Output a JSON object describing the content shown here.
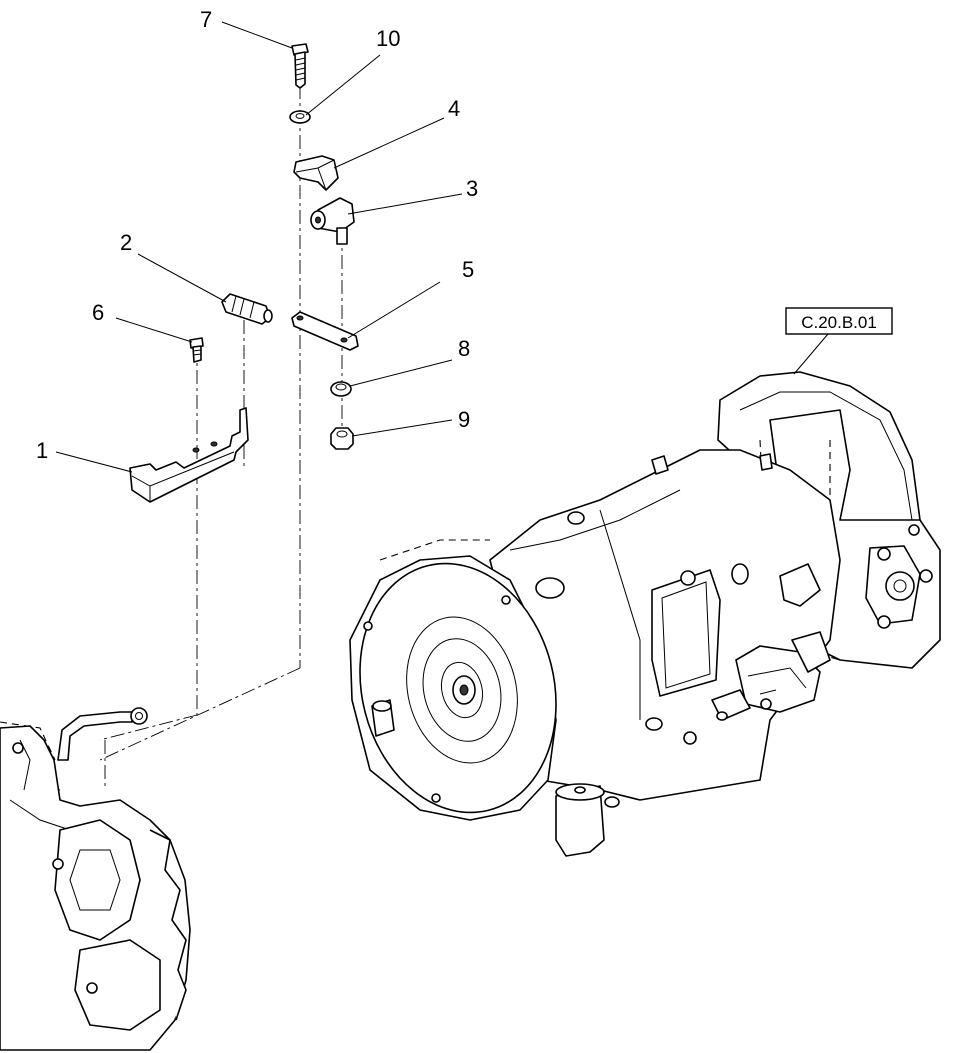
{
  "callouts": [
    {
      "id": "1",
      "label": "1"
    },
    {
      "id": "2",
      "label": "2"
    },
    {
      "id": "3",
      "label": "3"
    },
    {
      "id": "4",
      "label": "4"
    },
    {
      "id": "5",
      "label": "5"
    },
    {
      "id": "6",
      "label": "6"
    },
    {
      "id": "7",
      "label": "7"
    },
    {
      "id": "8",
      "label": "8"
    },
    {
      "id": "9",
      "label": "9"
    },
    {
      "id": "10",
      "label": "10"
    }
  ],
  "reference_box": {
    "label": "C.20.B.01"
  },
  "colors": {
    "ink": "#000000",
    "paper": "#ffffff"
  }
}
